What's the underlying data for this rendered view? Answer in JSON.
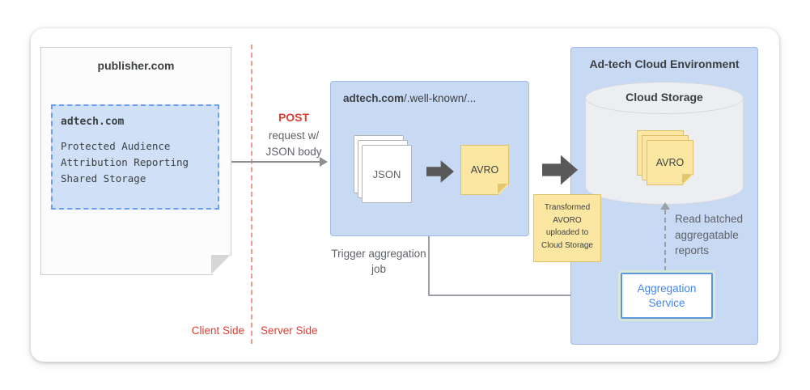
{
  "colors": {
    "panel_blue": "#c8d9f4",
    "light_blue": "#cfe0f7",
    "note_yellow": "#fbe7a2",
    "accent_red": "#dd3f33",
    "service_blue": "#4285f4",
    "text_dark": "#3c4043",
    "text_gray": "#5f6368",
    "arrow_dark": "#595959",
    "storage_gray": "#eceef2"
  },
  "publisher": {
    "title": "publisher.com",
    "adtech": {
      "title": "adtech.com",
      "lines": [
        "Protected Audience",
        "Attribution Reporting",
        "Shared Storage"
      ]
    }
  },
  "divider": {
    "client_label": "Client Side",
    "server_label": "Server Side"
  },
  "post": {
    "method": "POST",
    "desc_line1": "request w/",
    "desc_line2": "JSON body"
  },
  "server": {
    "title_bold": "adtech.com",
    "title_rest": "/.well-known/...",
    "json_label": "JSON",
    "avro_label": "AVRO"
  },
  "trigger_label": "Trigger aggregation job",
  "transform_note": "Transformed AVORO uploaded to Cloud Storage",
  "cloud": {
    "title": "Ad-tech Cloud Environment",
    "storage_label": "Cloud Storage",
    "avro_label": "AVRO",
    "service_label": "Aggregation Service",
    "read_label": "Read batched aggregatable reports"
  }
}
